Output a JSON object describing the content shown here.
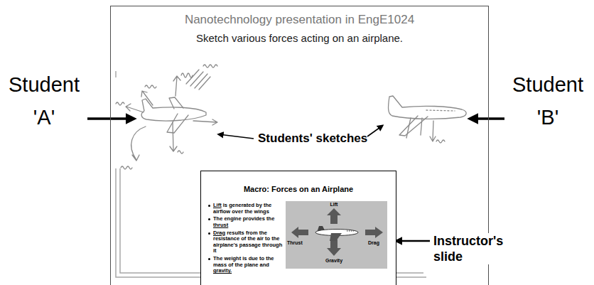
{
  "diagram": {
    "nodes": [
      {
        "text": [
          "Nanotechnology presentation in EngE1024",
          "Sketch various forces acting on an airplane."
        ]
      },
      {
        "text": [
          "Macro: Forces on an Airplane",
          "Lift is generated by the airflow over the wings",
          "The engine provides the thrust",
          "Drag results from the resistance of the air to the airplane's passage through it",
          "The weight is due to the mass of the plane and gravity."
        ],
        "in": 0
      },
      {
        "text": [
          "Lift",
          "Thrust",
          "Drag",
          "Gravity"
        ],
        "in": 1
      }
    ],
    "labels": [
      "Student 'A'",
      "Student 'B'",
      "Students' sketches",
      "Instructor's slide"
    ]
  }
}
